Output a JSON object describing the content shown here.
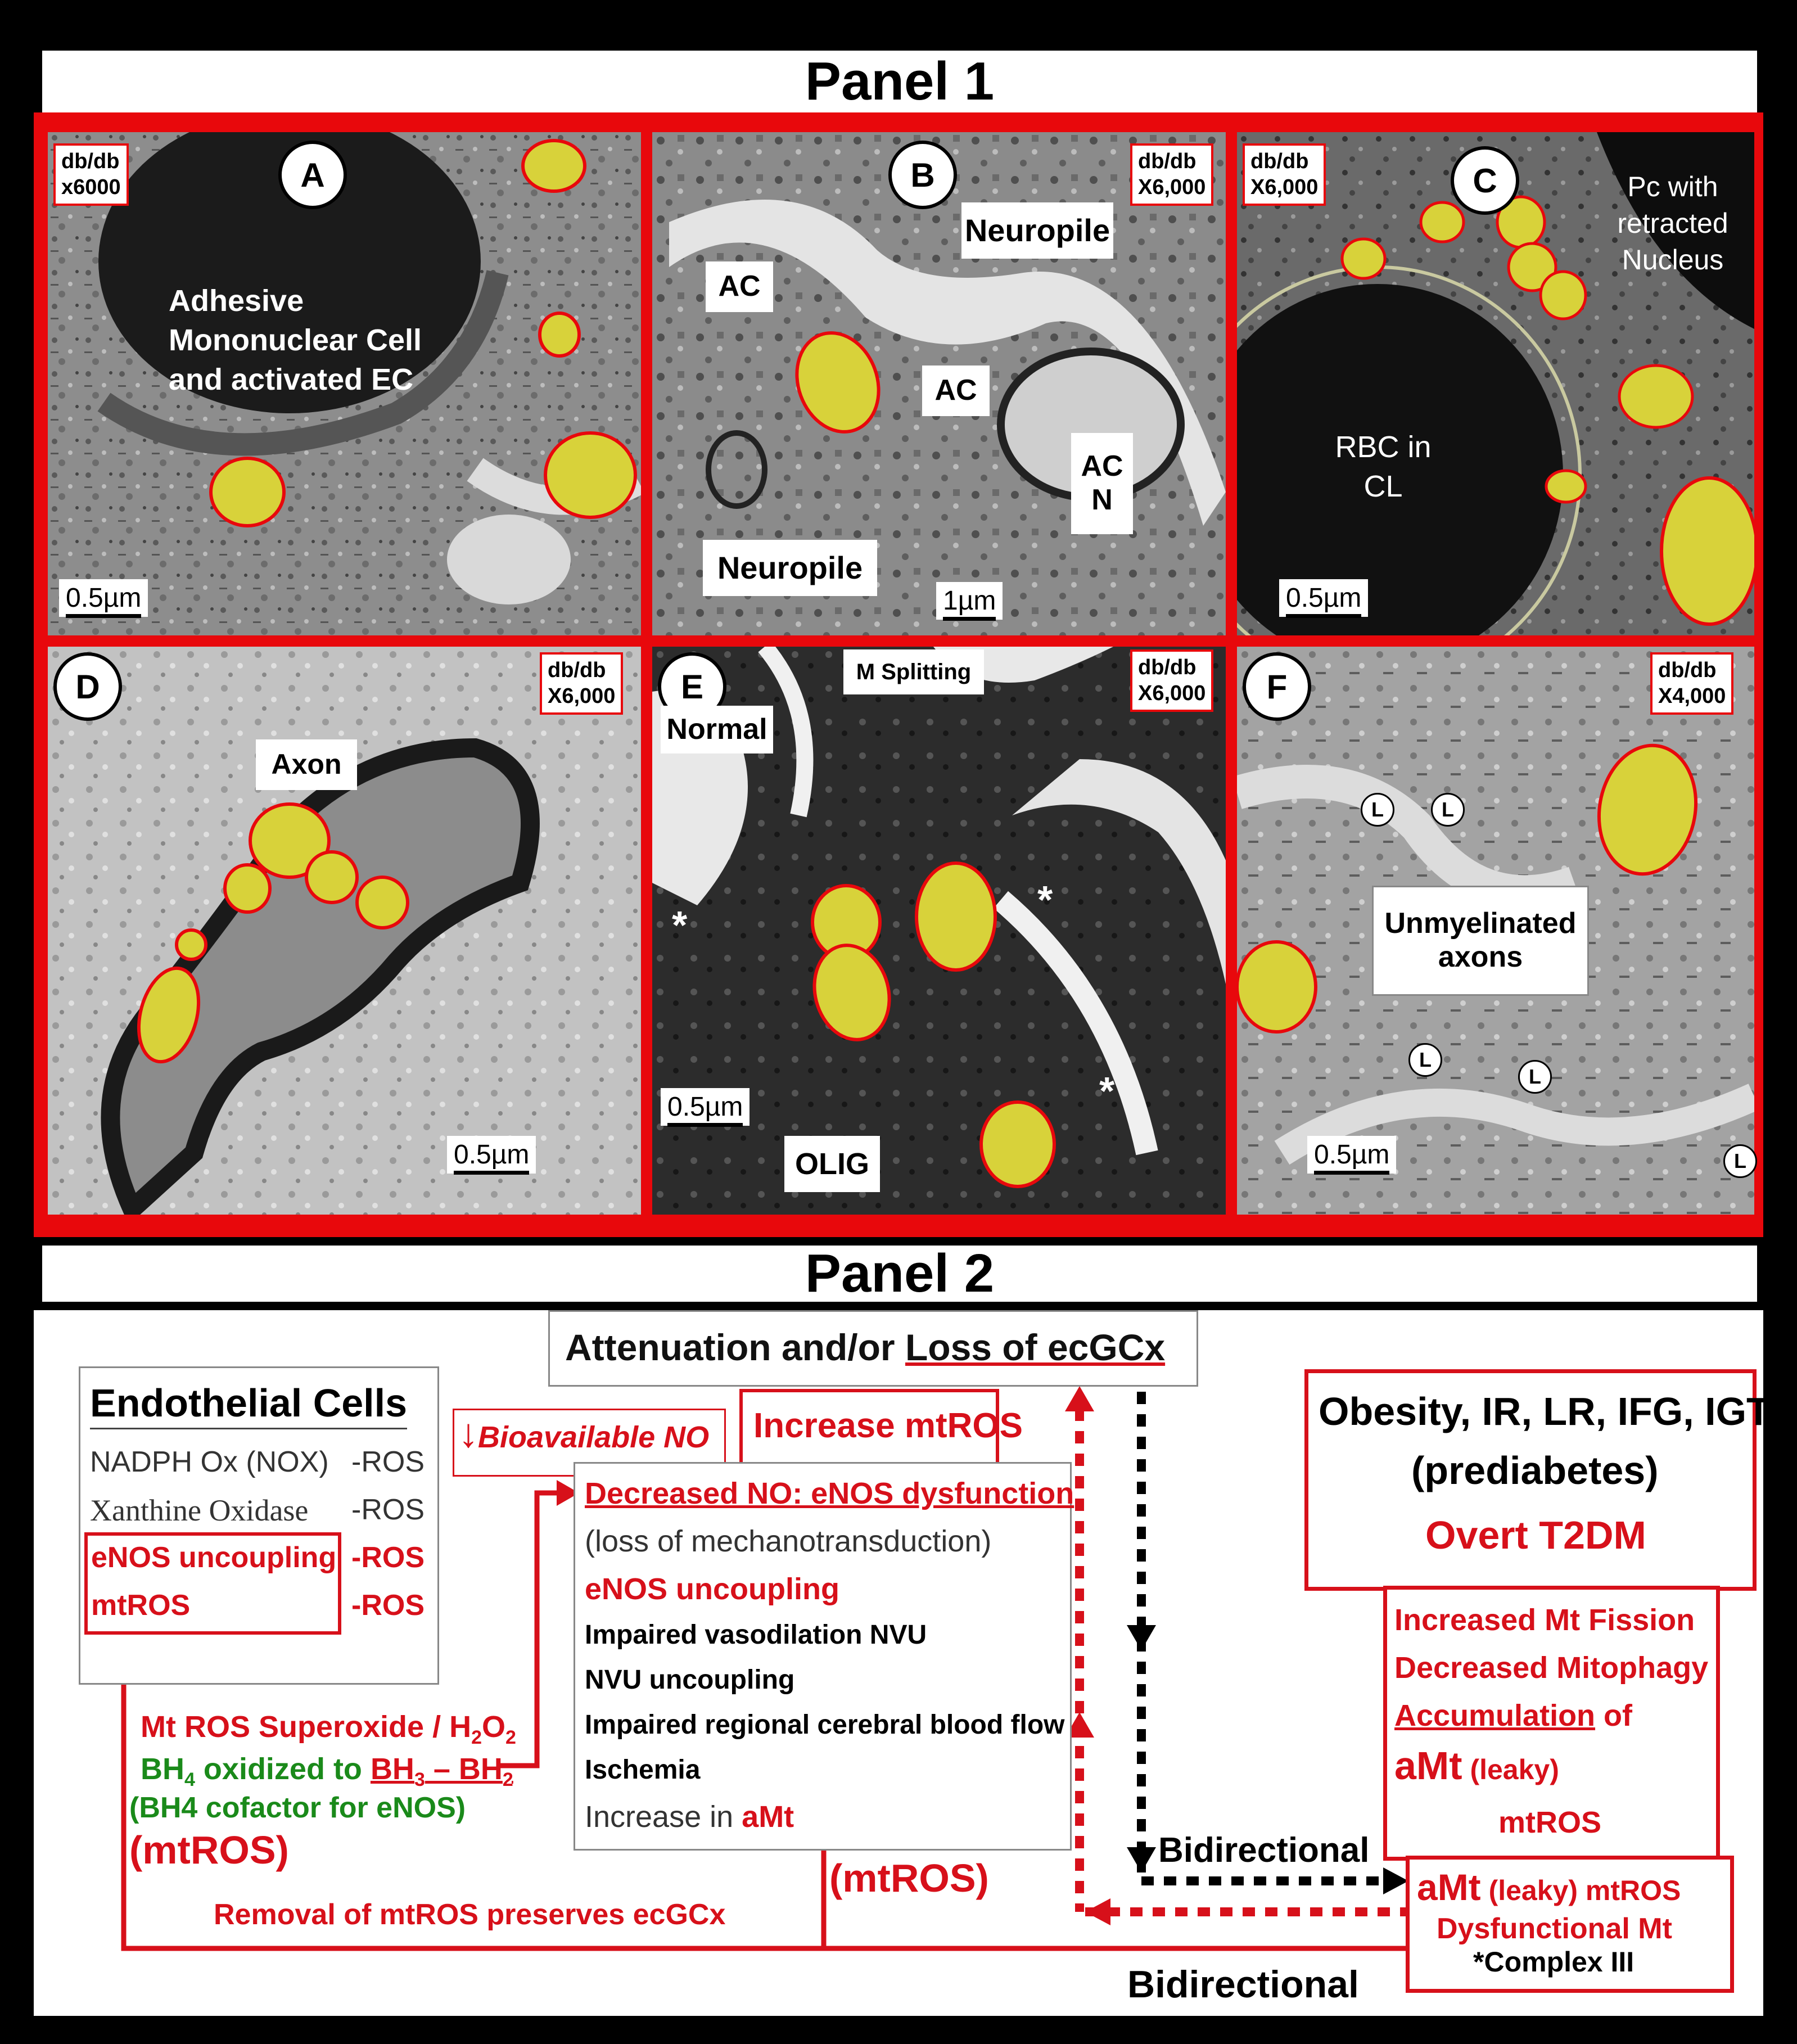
{
  "panel1": {
    "title": "Panel 1",
    "subpanels": {
      "A": {
        "letter": "A",
        "mag": "db/db\nx6000",
        "label": "Adhesive\nMononuclear Cell\nand activated EC",
        "scale": "0.5µm"
      },
      "B": {
        "letter": "B",
        "mag": "db/db\nX6,000",
        "neuropile_top": "Neuropile",
        "ac1": "AC",
        "ac2": "AC",
        "acn": "AC\nN",
        "neuropile_bottom": "Neuropile",
        "scale": "1µm"
      },
      "C": {
        "letter": "C",
        "mag": "db/db\nX6,000",
        "pc": "Pc with\nretracted\nNucleus",
        "rbc": "RBC in\nCL",
        "scale": "0.5µm"
      },
      "D": {
        "letter": "D",
        "mag": "db/db\nX6,000",
        "axon": "Axon",
        "scale": "0.5µm"
      },
      "E": {
        "letter": "E",
        "mag": "db/db\nX6,000",
        "split": "M Splitting",
        "normal": "Normal",
        "olig": "OLIG",
        "scale": "0.5µm",
        "star": "*"
      },
      "F": {
        "letter": "F",
        "mag": "db/db\nX4,000",
        "unmyel": "Unmyelinated\naxons",
        "scale": "0.5µm",
        "l": "L"
      }
    }
  },
  "panel2": {
    "title": "Panel 2",
    "attenuation_prefix": "Attenuation and/or ",
    "attenuation_underlined": "Loss of ecGCx",
    "endothelial": {
      "heading": "Endothelial Cells",
      "row1_left": "NADPH Ox  (NOX)",
      "row1_right": "-ROS",
      "row2_left": "Xanthine Oxidase",
      "row2_right": "-ROS",
      "row3_left": "eNOS uncoupling",
      "row3_right": "-ROS",
      "row4_left": "mtROS",
      "row4_right": "-ROS"
    },
    "bioavailable": "Bioavailable NO",
    "down_arrow": "↓",
    "increase_mtros": "Increase mtROS",
    "center": {
      "l1": "Decreased NO: eNOS dysfunction",
      "l2": "(loss of mechanotransduction)",
      "l3": "eNOS uncoupling",
      "l4": "Impaired vasodilation NVU",
      "l5": "NVU uncoupling",
      "l6": "Impaired regional cerebral blood flow",
      "l7": "Ischemia",
      "l8_prefix": "Increase in ",
      "l8_red": "aMt"
    },
    "mt_ros": {
      "l1_prefix": "Mt ROS Superoxide / H",
      "l1_sub": "2",
      "l1_mid": "O",
      "l1_sub2": "2",
      "l2_prefix": "BH",
      "l2_sub": "4",
      "l2_mid": " oxidized to ",
      "l2_ul": "BH",
      "l2_sub2": "3",
      "l2_mid2": " – BH",
      "l2_sub3": "2",
      "l3": "(BH4 cofactor for eNOS)",
      "l4": "(mtROS)"
    },
    "mtros_center": "(mtROS)",
    "removal": "Removal of mtROS preserves ecGCx",
    "bidirectional_mid": "Bidirectional",
    "bidirectional_bottom": "Bidirectional",
    "obesity": {
      "l1": "Obesity, IR, LR, IFG, IGT,",
      "l2": "(prediabetes)",
      "l3": "Overt T2DM"
    },
    "fission": {
      "l1": "Increased Mt Fission",
      "l2": "Decreased Mitophagy",
      "l3_ul": "Accumulation",
      "l3_rest": " of",
      "l4_big": "aMt",
      "l4_rest": " (leaky)",
      "l5": "mtROS"
    },
    "amt_box": {
      "l1_big": "aMt",
      "l1_rest": " (leaky) mtROS",
      "l2": "Dysfunctional Mt",
      "l3": "*Complex III"
    }
  },
  "colors": {
    "red": "#d7101a",
    "green": "#1a8a1a",
    "yellow_mito": "#d8d23a",
    "frame_red": "#e8080c"
  }
}
